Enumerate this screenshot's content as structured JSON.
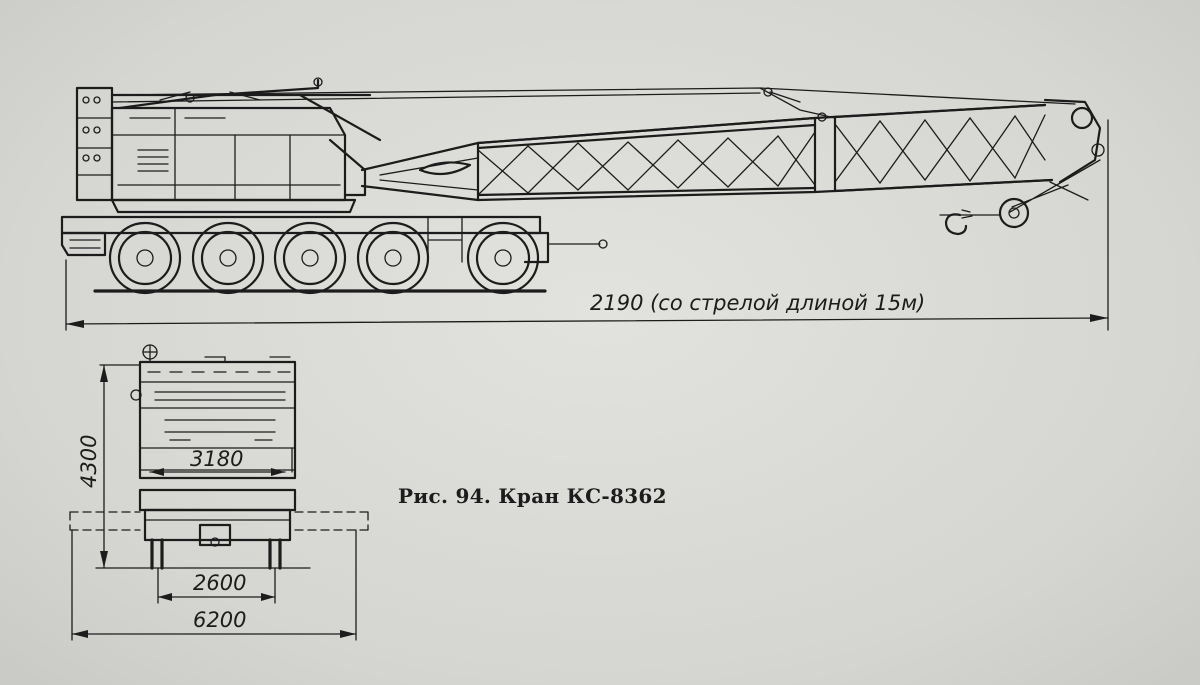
{
  "figure": {
    "caption": "Рис. 94. Кран КС-8362"
  },
  "side_view": {
    "overall_length_label": "2190 (со стрелой длиной 15м)"
  },
  "rear_view": {
    "height_label": "4300",
    "superstructure_width_label": "3180",
    "track_width_label": "2600",
    "outrigger_span_label": "6200"
  }
}
